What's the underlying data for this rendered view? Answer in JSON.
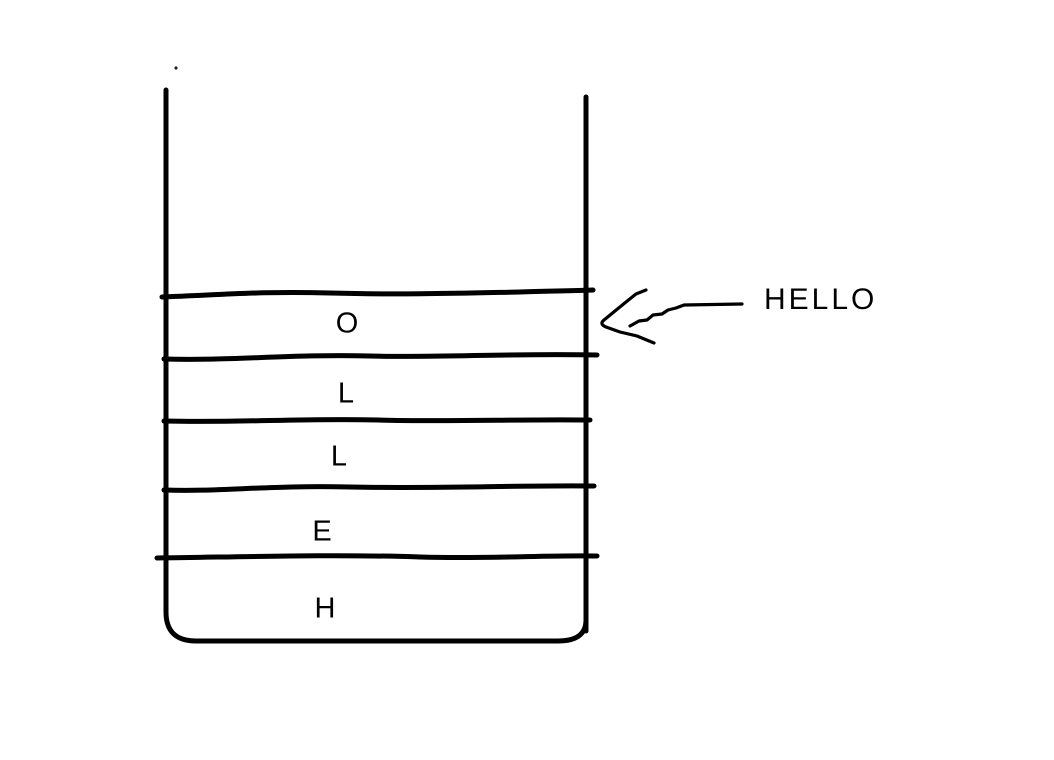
{
  "drawing": {
    "background_color": "#ffffff",
    "ink_color": "#000000"
  },
  "stack": {
    "cells": [
      {
        "letter": "O"
      },
      {
        "letter": "L"
      },
      {
        "letter": "L"
      },
      {
        "letter": "E"
      },
      {
        "letter": "H"
      }
    ]
  },
  "annotation": {
    "label": "HELLO"
  }
}
